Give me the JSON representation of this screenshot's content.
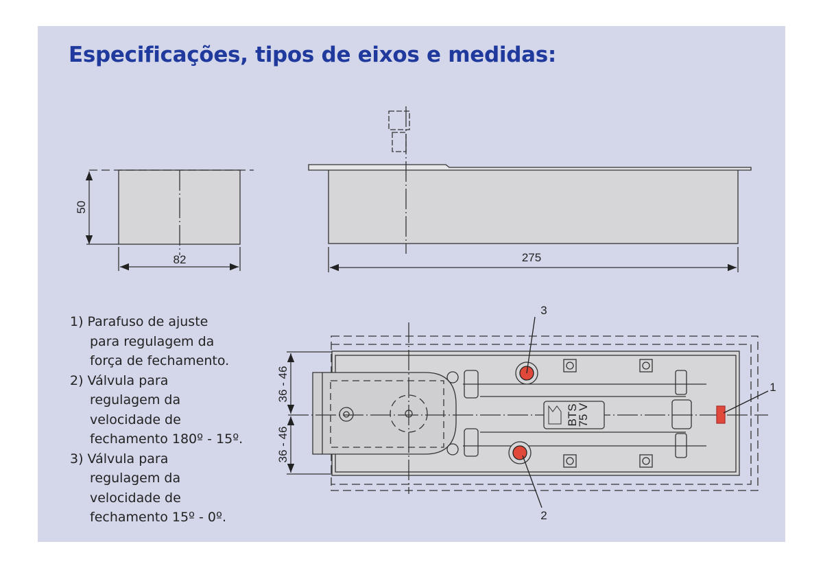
{
  "title": "Especificações, tipos de eixos e medidas:",
  "dimensions": {
    "height": "50",
    "width_side": "82",
    "length": "275",
    "axis_upper": "36 - 46",
    "axis_lower": "36 - 46"
  },
  "callouts": {
    "c1": "1",
    "c2": "2",
    "c3": "3"
  },
  "product_label": {
    "line1": "BTS",
    "line2": "75 V"
  },
  "notes": [
    {
      "line1": "1) Parafuso de ajuste",
      "line2": "para regulagem da",
      "line3": "força de fechamento."
    },
    {
      "line1": "2) Válvula para",
      "line2": "regulagem da",
      "line3": "velocidade de",
      "line4": "fechamento 180º - 15º."
    },
    {
      "line1": "3) Válvula para",
      "line2": "regulagem da",
      "line3": "velocidade de",
      "line4": "fechamento 15º - 0º."
    }
  ],
  "colors": {
    "title": "#1f3a9c",
    "background": "#d4d6ea",
    "valve": "#e0483a"
  }
}
